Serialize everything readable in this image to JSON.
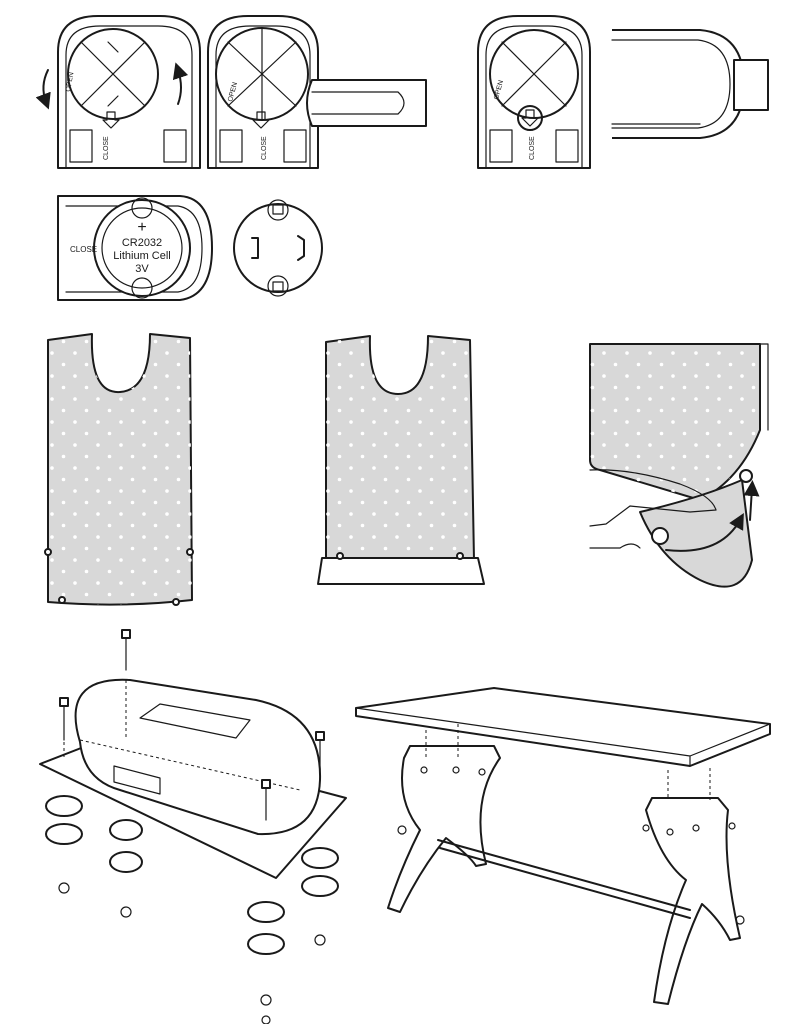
{
  "battery": {
    "open_label": "OPEN",
    "close_label": "CLOSE",
    "plus_sign": "+",
    "cell_model": "CR2032",
    "cell_type": "Lithium Cell",
    "cell_voltage": "3V"
  },
  "colors": {
    "line": "#1a1a1a",
    "fabric": "#d8d8d8",
    "dots": "#ffffff"
  }
}
